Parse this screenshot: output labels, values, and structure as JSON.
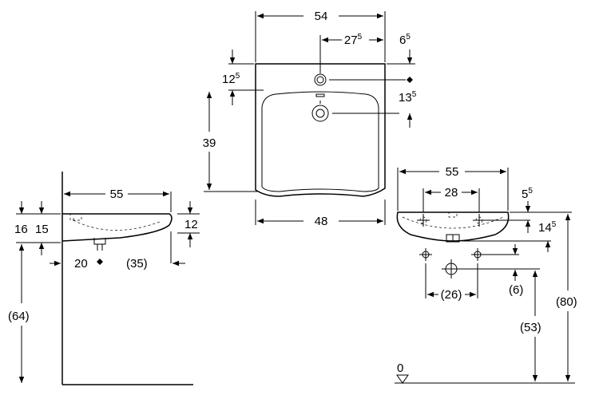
{
  "top_view": {
    "width_total": "54",
    "offset_tap": "27",
    "offset_tap_sup": "5",
    "edge_right": "6",
    "edge_right_sup": "5",
    "edge_top": "12",
    "edge_top_sup": "5",
    "overflow_offset": "13",
    "overflow_offset_sup": "5",
    "depth": "39",
    "width_bottom": "48"
  },
  "side_view": {
    "depth": "55",
    "height_front": "12",
    "height_a": "16",
    "height_b": "15",
    "drain_offset": "20",
    "edge_offset": "(35)",
    "mount_height": "(64)"
  },
  "front_view": {
    "width": "55",
    "hole_spacing": "28",
    "rim": "5",
    "rim_sup": "5",
    "hole_drop": "14",
    "hole_drop_sup": "5",
    "anchor_spacing": "(26)",
    "anchor_offset": "(6)",
    "anchor_height": "(53)",
    "total_height": "(80)",
    "floor_level": "0"
  }
}
